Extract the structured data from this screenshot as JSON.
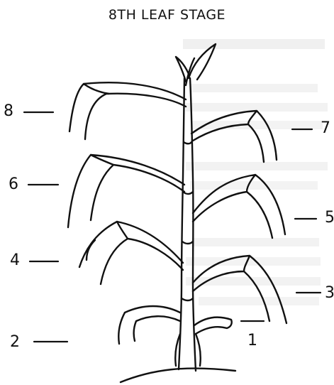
{
  "title": "8TH LEAF STAGE",
  "leaf_labels": {
    "l1": "1",
    "l2": "2",
    "l3": "3",
    "l4": "4",
    "l5": "5",
    "l6": "6",
    "l7": "7",
    "l8": "8"
  },
  "colors": {
    "ink": "#111111",
    "background": "#ffffff"
  }
}
